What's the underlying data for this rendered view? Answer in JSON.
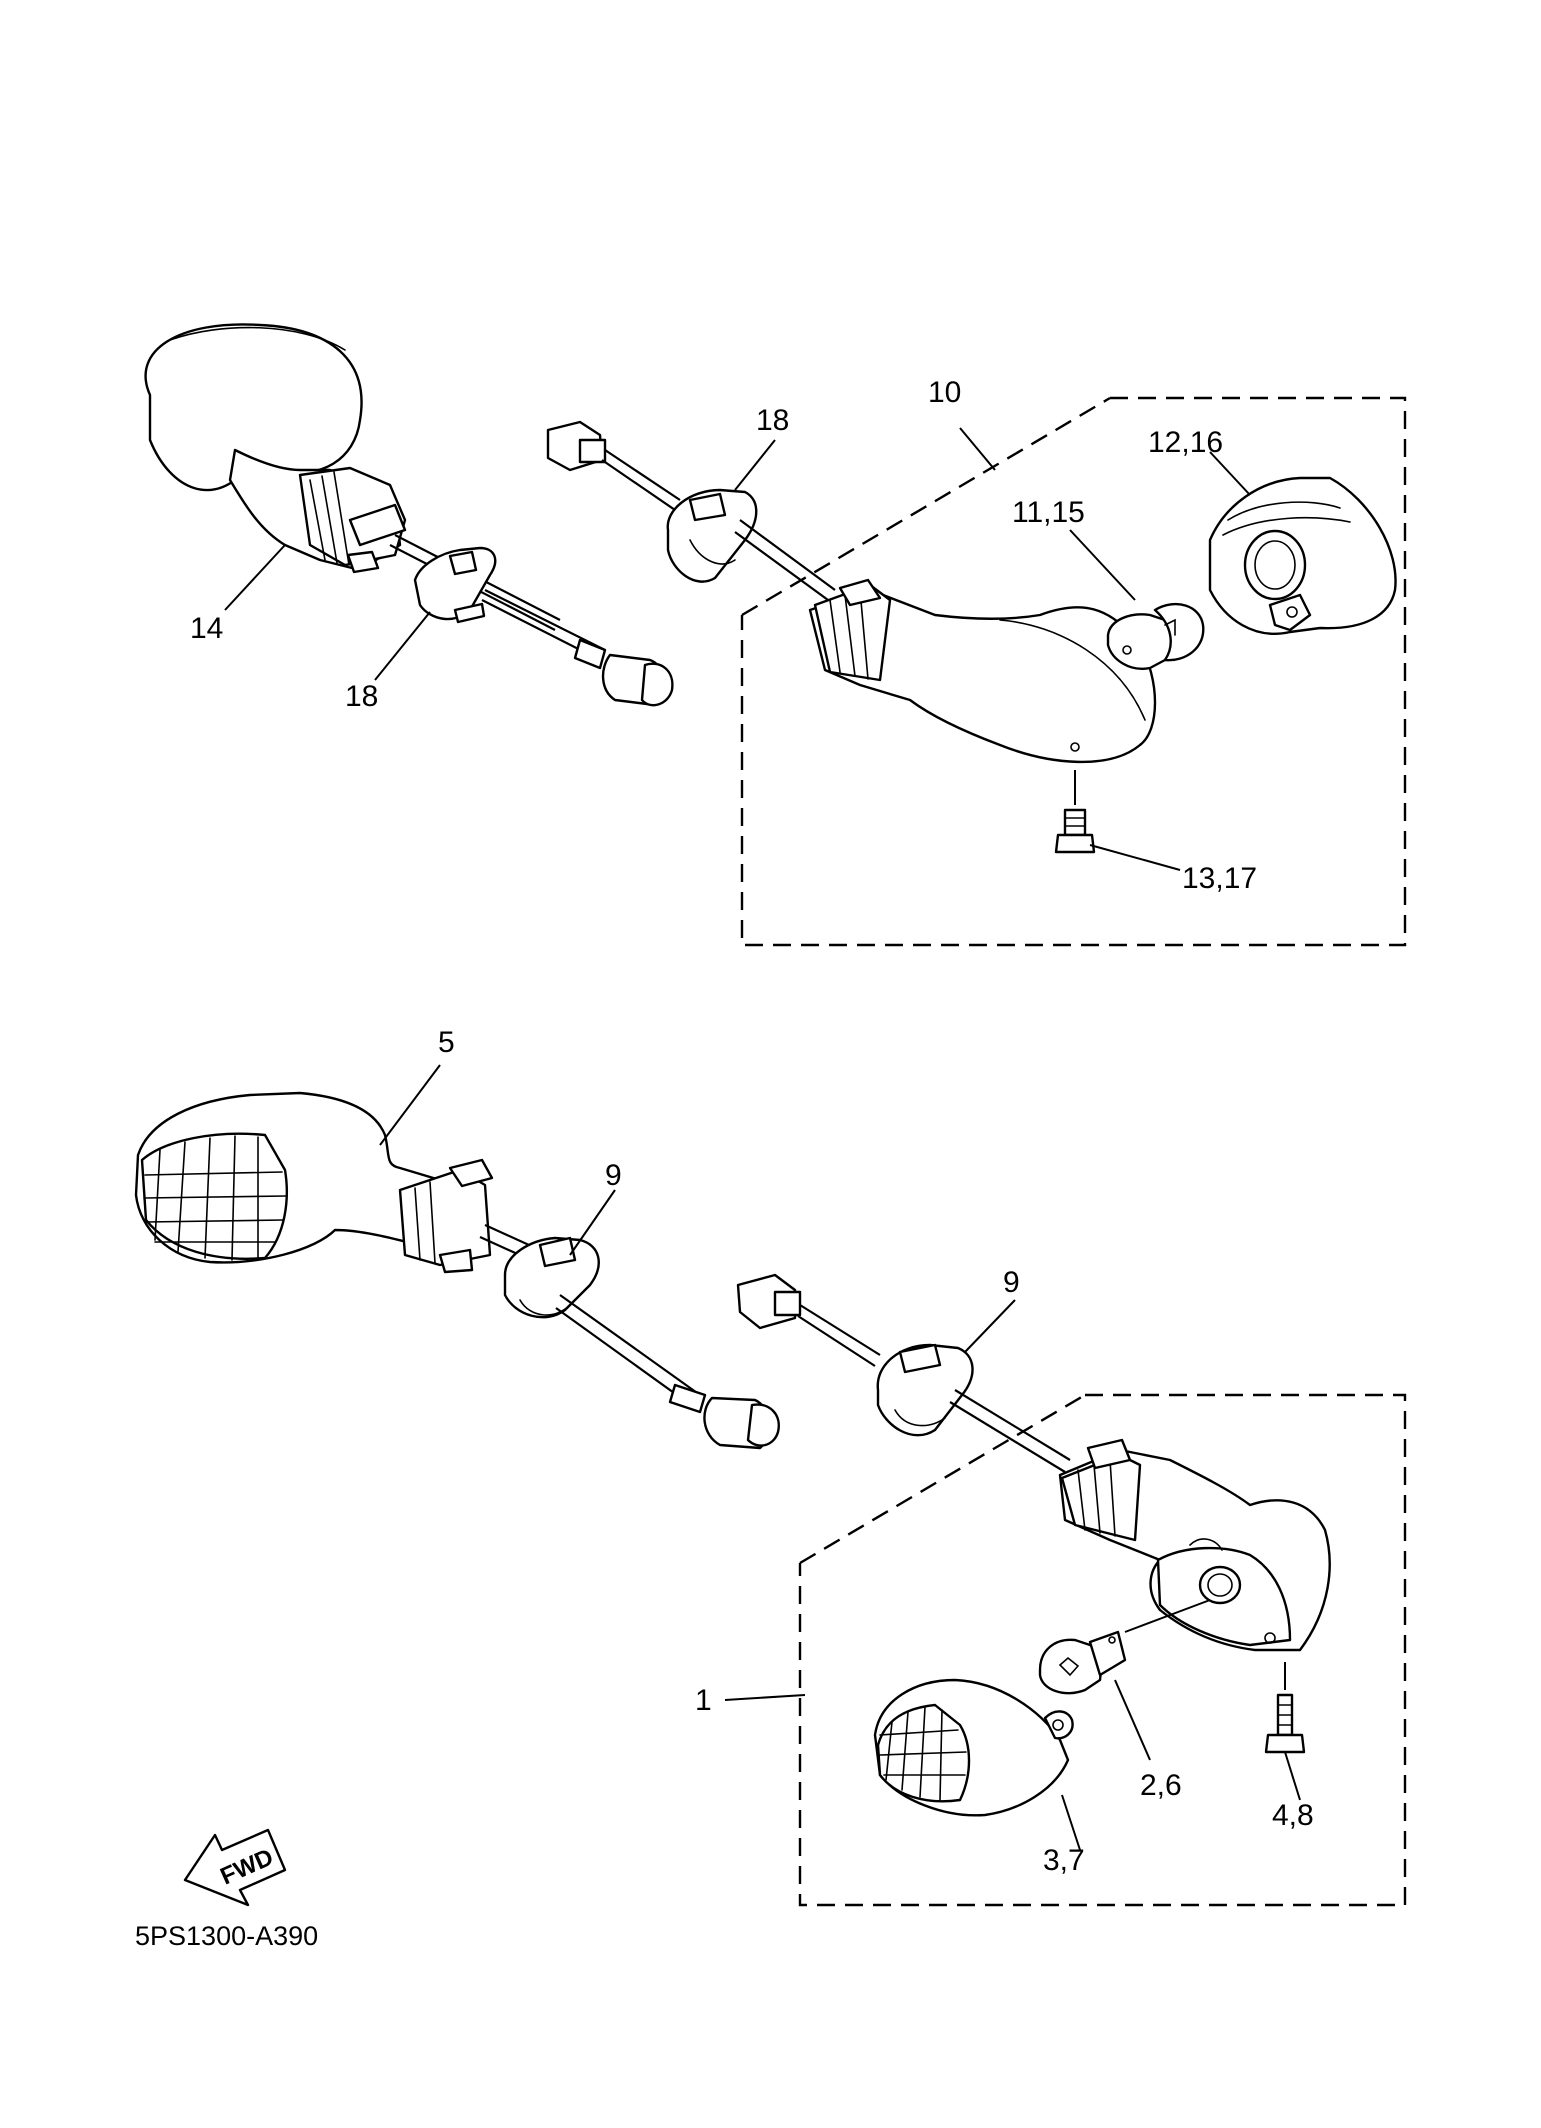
{
  "callouts": {
    "c1": "1",
    "c2_6": "2,6",
    "c3_7": "3,7",
    "c4_8": "4,8",
    "c5": "5",
    "c9a": "9",
    "c9b": "9",
    "c10": "10",
    "c11_15": "11,15",
    "c12_16": "12,16",
    "c13_17": "13,17",
    "c14": "14",
    "c18a": "18",
    "c18b": "18"
  },
  "fwd_label": "FWD",
  "diagram_code": "5PS1300-A390"
}
